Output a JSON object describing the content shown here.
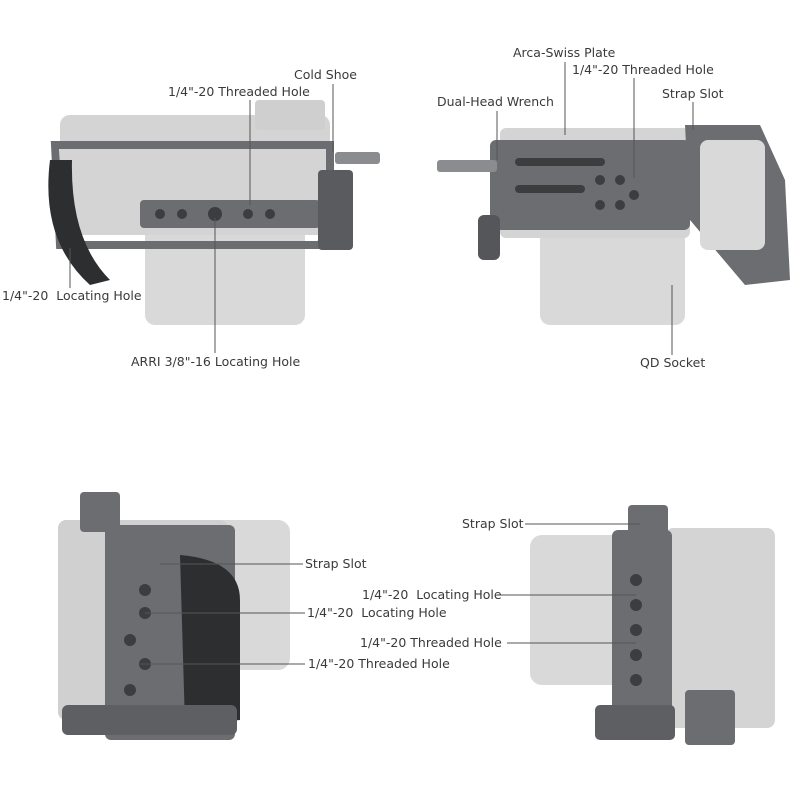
{
  "top_left_view": {
    "labels": {
      "cold_shoe": "Cold Shoe",
      "threaded_hole": "1/4\"-20 Threaded Hole",
      "locating_hole": "1/4\"-20  Locating Hole",
      "arri_hole": "ARRI 3/8\"-16 Locating Hole"
    }
  },
  "top_right_view": {
    "labels": {
      "arca_plate": "Arca-Swiss Plate",
      "threaded_hole": "1/4\"-20 Threaded Hole",
      "strap_slot": "Strap Slot",
      "wrench": "Dual-Head Wrench",
      "qd_socket": "QD Socket"
    }
  },
  "bottom_left_view": {
    "labels": {
      "strap_slot": "Strap Slot",
      "locating_hole": "1/4\"-20  Locating Hole",
      "threaded_hole": "1/4\"-20 Threaded Hole"
    }
  },
  "bottom_right_view": {
    "labels": {
      "strap_slot": "Strap Slot",
      "locating_hole": "1/4\"-20  Locating Hole",
      "threaded_hole": "1/4\"-20 Threaded Hole"
    }
  },
  "colors": {
    "cage": "#6b6d70",
    "camera_ghost": "#d6d6d6",
    "leader_line": "#555555",
    "text": "#3a3a3a"
  }
}
